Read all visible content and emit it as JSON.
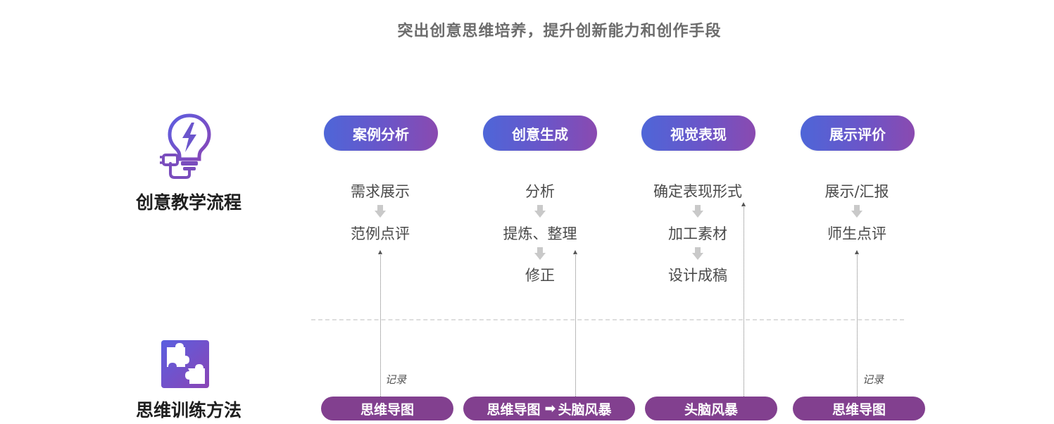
{
  "title": "突出创意思维培养，提升创新能力和创作手段",
  "sections": {
    "process_label": "创意教学流程",
    "method_label": "思维训练方法"
  },
  "stages": [
    {
      "label": "案例分析",
      "steps": [
        "需求展示",
        "范例点评"
      ]
    },
    {
      "label": "创意生成",
      "steps": [
        "分析",
        "提炼、整理",
        "修正"
      ]
    },
    {
      "label": "视觉表现",
      "steps": [
        "确定表现形式",
        "加工素材",
        "设计成稿"
      ]
    },
    {
      "label": "展示评价",
      "steps": [
        "展示/汇报",
        "师生点评"
      ]
    }
  ],
  "methods": [
    {
      "label": "思维导图"
    },
    {
      "a": "思维导图",
      "arrow": "➡",
      "b": "头脑风暴"
    },
    {
      "label": "头脑风暴"
    },
    {
      "label": "思维导图"
    }
  ],
  "record_label": "记录",
  "icons": [
    "lightbulb-plug-icon",
    "puzzle-icon",
    "down-arrow-icon",
    "up-arrow-icon"
  ],
  "colors": {
    "stage_gradient_start": "#4e66d8",
    "stage_gradient_end": "#8a4ab0",
    "method_pill": "#82408f",
    "icon_purple": "#7050c8"
  }
}
